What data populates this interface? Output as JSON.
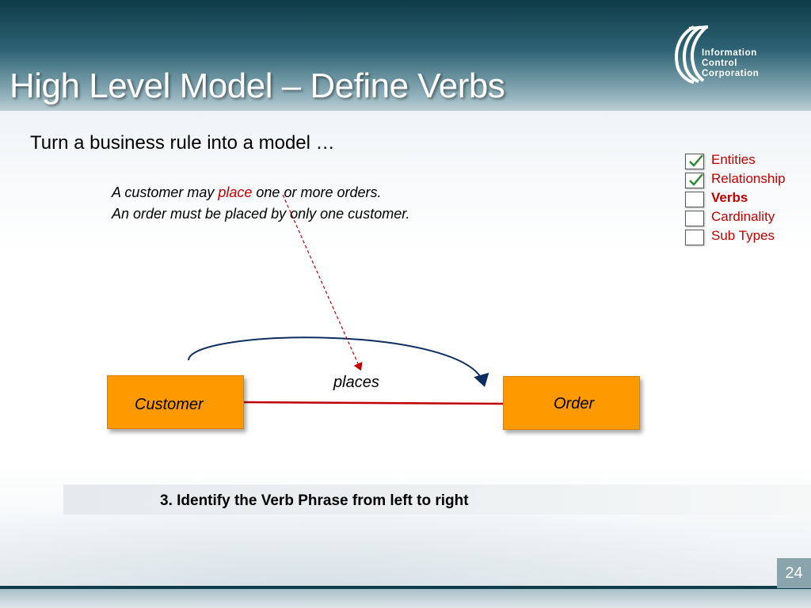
{
  "slide": {
    "title": "High Level Model – Define Verbs",
    "subtitle": "Turn a business rule into a model …",
    "page_number": "24"
  },
  "logo": {
    "lines": [
      "Information",
      "Control",
      "Corporation"
    ]
  },
  "business_rule": {
    "line1_prefix": "A customer may ",
    "line1_highlight": "place",
    "line1_suffix": " one or more orders.",
    "line2": "An order must be placed by only one customer."
  },
  "checklist": [
    {
      "label": "Entities",
      "checked": true,
      "current": false
    },
    {
      "label": "Relationship",
      "checked": true,
      "current": false
    },
    {
      "label": "Verbs",
      "checked": false,
      "current": true
    },
    {
      "label": "Cardinality",
      "checked": false,
      "current": false
    },
    {
      "label": "Sub Types",
      "checked": false,
      "current": false
    }
  ],
  "diagram": {
    "entities": {
      "left": "Customer",
      "right": "Order"
    },
    "verb_phrase": "places"
  },
  "step": {
    "text": "3. Identify the Verb Phrase from left to right"
  },
  "colors": {
    "entity_fill": "#ff9900",
    "relationship_line": "#c00000",
    "highlight_text": "#c00000",
    "arc": "#0d2d5e",
    "checkmark": "#2e8b2e"
  }
}
